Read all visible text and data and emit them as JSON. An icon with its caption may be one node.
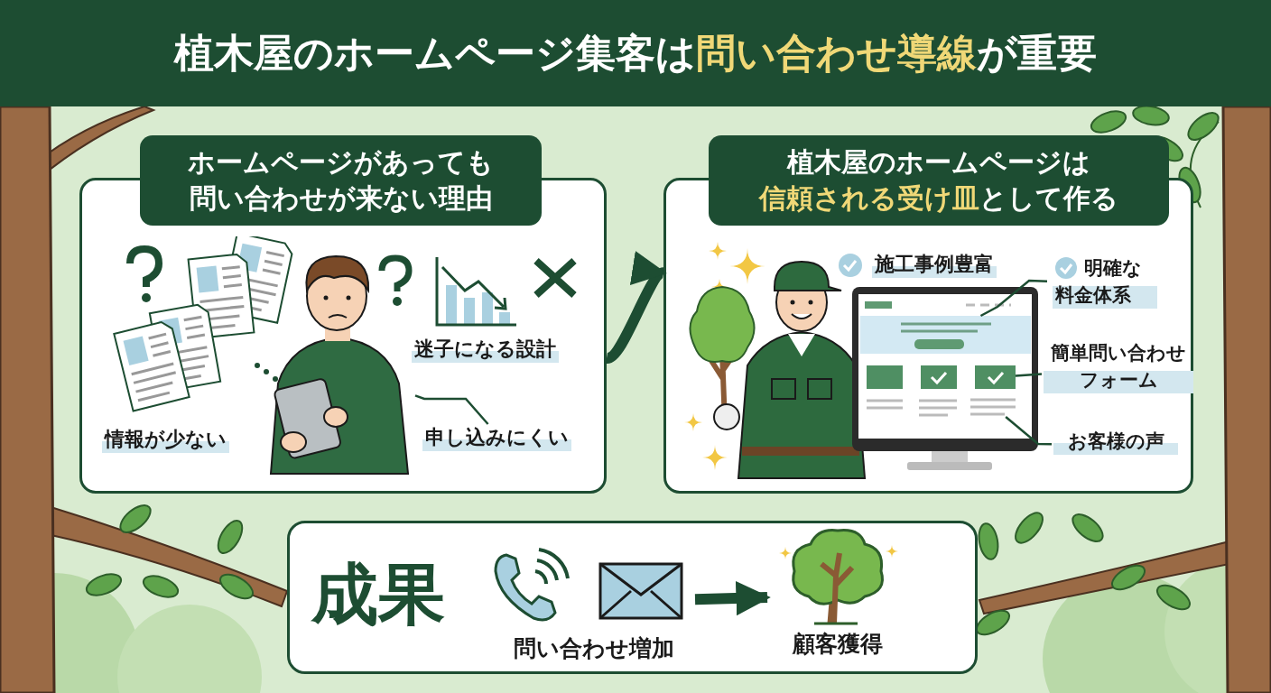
{
  "diagram": {
    "title": "植木屋のホームページ集客は**問い合わせ導線**が重要",
    "nodes": [
      {
        "text": [
          "ホームページがあっても問い合わせが来ない理由"
        ]
      },
      {
        "text": [
          "迷子になる設計"
        ],
        "in": 0
      },
      {
        "text": [
          "情報が少ない"
        ],
        "in": 0
      },
      {
        "text": [
          "申し込みにくい"
        ],
        "in": 0
      },
      {
        "text": [],
        "shape": "person",
        "in": 0
      },
      {
        "text": [
          "植木屋のホームページは**信頼される受け皿**として作る"
        ]
      },
      {
        "text": [
          "施工事例豊富"
        ],
        "in": 5
      },
      {
        "text": [
          "明確な料金体系"
        ],
        "in": 5
      },
      {
        "text": [
          "簡単問い合わせフォーム"
        ],
        "in": 5
      },
      {
        "text": [
          "お客様の声"
        ],
        "in": 5
      },
      {
        "text": [],
        "shape": "box",
        "in": 5
      },
      {
        "text": [],
        "shape": "box",
        "in": 5
      },
      {
        "text": [],
        "shape": "box",
        "in": 5
      },
      {
        "text": [
          "成果"
        ]
      },
      {
        "text": [
          "問い合わせ増加"
        ],
        "in": 13
      },
      {
        "text": [
          "顧客獲得"
        ],
        "in": 13
      }
    ],
    "edges": [
      {
        "from": 0,
        "to": 5,
        "arrow": "to",
        "style": "thick"
      },
      {
        "from": 7,
        "to": 10,
        "arrow": "none"
      },
      {
        "from": 8,
        "to": 11,
        "arrow": "none"
      },
      {
        "from": 9,
        "to": 12,
        "arrow": "none"
      },
      {
        "from": 14,
        "to": 15,
        "arrow": "to",
        "style": "thick"
      },
      {
        "from": 3,
        "to": 4,
        "arrow": "none"
      }
    ]
  }
}
